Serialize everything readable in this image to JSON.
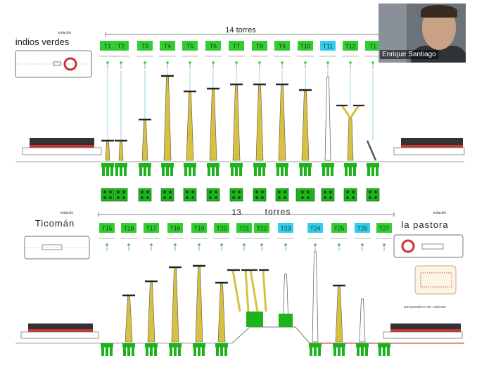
{
  "slide": {
    "top_count_label": "14 torres",
    "bottom_count_label": "13",
    "bottom_count_word": "torres",
    "station_caption": "estación",
    "station_tl": "indios verdes",
    "station_bl": "Ticomán",
    "station_br": "la pastora",
    "parking_caption": "parqueadero de cabinas",
    "top_towers": [
      "T1",
      "T2",
      "T3",
      "T4",
      "T5",
      "T6",
      "T7",
      "T8",
      "T9",
      "T10",
      "T11",
      "T12",
      "T1"
    ],
    "bottom_towers": [
      "T15",
      "T16",
      "T17",
      "T18",
      "T19",
      "T20",
      "T21",
      "T22",
      "T23",
      "T24",
      "T25",
      "T26",
      "T27"
    ],
    "colors": {
      "green_tag": "#33cc33",
      "cyan_tag": "#33ccee",
      "tower_yellow": "#d9c040",
      "footing_green": "#1db31d"
    }
  },
  "video": {
    "participant_name": "Enrique Santiago"
  }
}
